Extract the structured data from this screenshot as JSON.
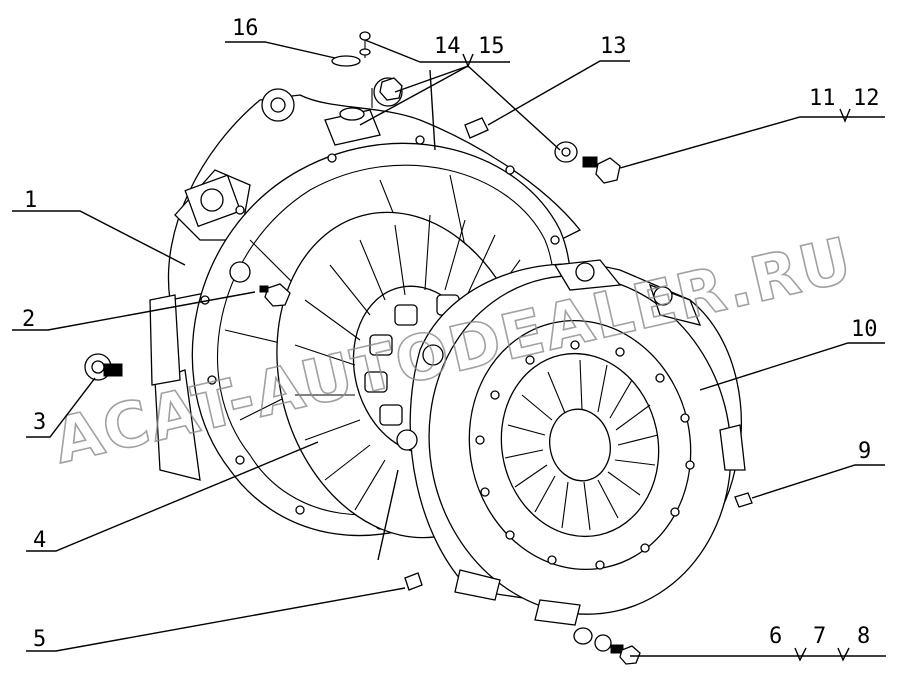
{
  "watermark": "ACAT-AUTODEALER.RU",
  "labels": {
    "l1": "1",
    "l2": "2",
    "l3": "3",
    "l4": "4",
    "l5": "5",
    "l6": "6",
    "l7": "7",
    "l8": "8",
    "l9": "9",
    "l10": "10",
    "l11": "11",
    "l12": "12",
    "l13": "13",
    "l14": "14",
    "l15": "15",
    "l16": "16"
  }
}
